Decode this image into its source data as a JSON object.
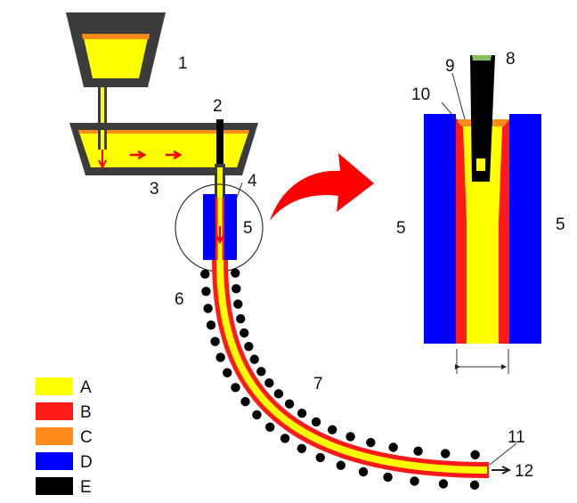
{
  "colors": {
    "A": "#ffff00",
    "B": "#ff1a1a",
    "C": "#ff8c1a",
    "D": "#0000ff",
    "E": "#000000",
    "vessel_gray": "#3c3c3c",
    "arrow_red": "#ff0000"
  },
  "callouts": {
    "n1": "1",
    "n2": "2",
    "n3": "3",
    "n4": "4",
    "n5_main": "5",
    "n5_left": "5",
    "n5_right": "5",
    "n6": "6",
    "n7": "7",
    "n8": "8",
    "n9": "9",
    "n10": "10",
    "n11": "11",
    "n12": "12"
  },
  "legend": [
    {
      "label": "A",
      "color_key": "A"
    },
    {
      "label": "B",
      "color_key": "B"
    },
    {
      "label": "C",
      "color_key": "C"
    },
    {
      "label": "D",
      "color_key": "D"
    },
    {
      "label": "E",
      "color_key": "E"
    }
  ]
}
